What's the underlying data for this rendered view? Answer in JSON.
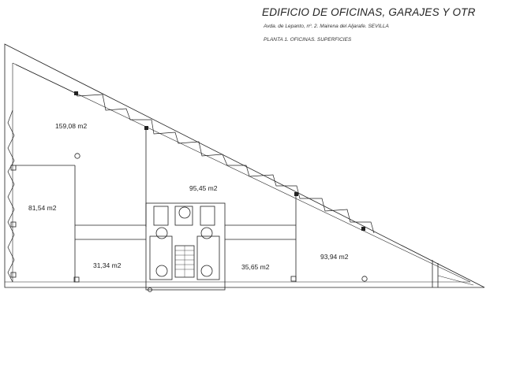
{
  "header": {
    "title": "EDIFICIO DE OFICINAS, GARAJES Y OTR",
    "address": "Avda. de Lepanto, nº. 2. Mairena del Aljarafe. SEVILLA",
    "floor": "PLANTA 1. OFICINAS. SUPERFICIES"
  },
  "rooms": [
    {
      "id": "office-a",
      "area": "159,08 m2"
    },
    {
      "id": "office-b",
      "area": "95,45 m2"
    },
    {
      "id": "office-c",
      "area": "81,54 m2"
    },
    {
      "id": "office-d",
      "area": "31,34 m2"
    },
    {
      "id": "office-e",
      "area": "35,65 m2"
    },
    {
      "id": "office-f",
      "area": "93,94 m2"
    }
  ]
}
